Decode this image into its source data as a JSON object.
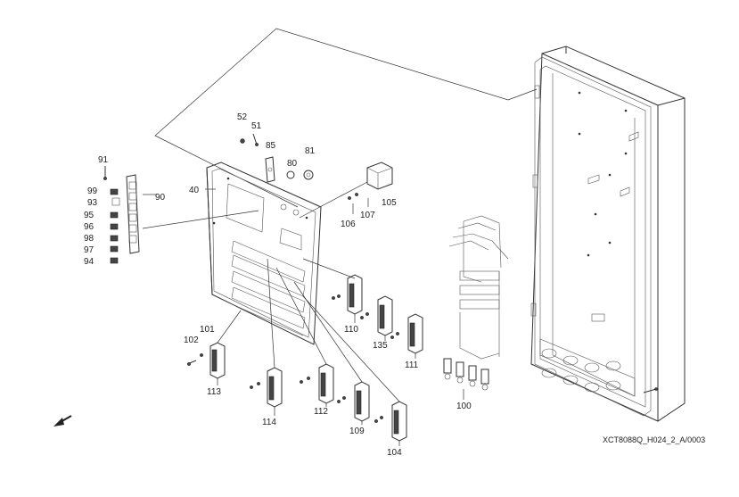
{
  "drawing": {
    "reference": "XCT8088Q_H024_2_A/0003"
  },
  "callouts": {
    "c40": "40",
    "c51": "51",
    "c52": "52",
    "c80": "80",
    "c81": "81",
    "c85": "85",
    "c90": "90",
    "c91": "91",
    "c93": "93",
    "c94": "94",
    "c95": "95",
    "c96": "96",
    "c97": "97",
    "c98": "98",
    "c99": "99",
    "c100": "100",
    "c101": "101",
    "c102": "102",
    "c104": "104",
    "c105": "105",
    "c106": "106",
    "c107": "107",
    "c109": "109",
    "c110": "110",
    "c111": "111",
    "c112": "112",
    "c113": "113",
    "c114": "114",
    "c135": "135"
  },
  "icons": {
    "orientation_arrow": "arrow-down-left-icon"
  }
}
